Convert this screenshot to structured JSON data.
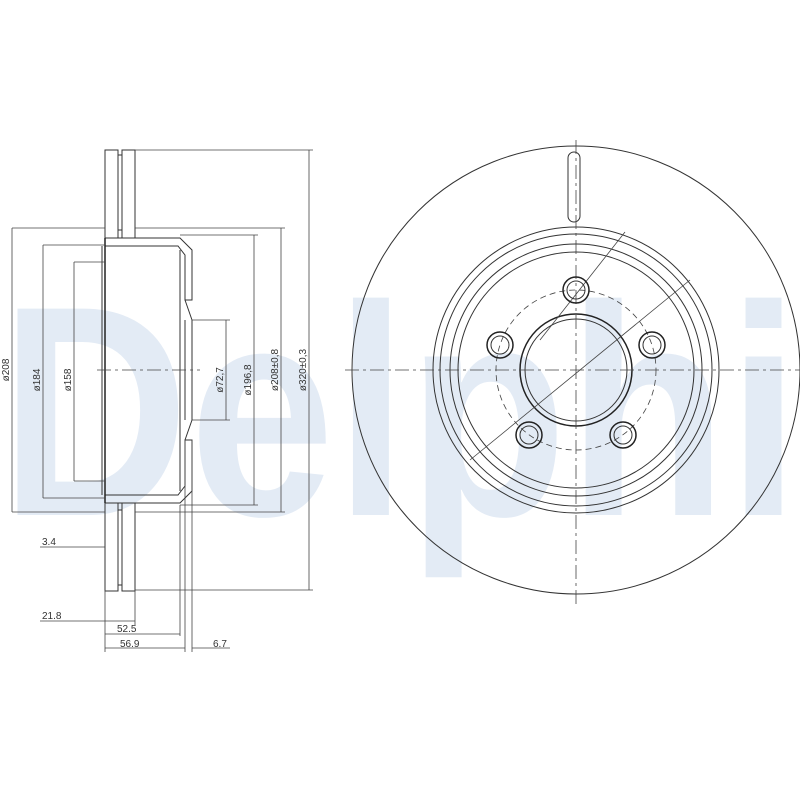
{
  "watermark": "Delphi",
  "colors": {
    "watermark": "#e3ebf5",
    "lines": "#333333"
  },
  "dimensions": {
    "d_outer_hat": "ø208",
    "d_184": "ø184",
    "d_158": "ø158",
    "d_center_bore": "ø72,7",
    "d_196": "ø196,8",
    "d_208_tol": "ø208±0,8",
    "d_320_tol": "ø320±0,3",
    "vent_gap": "3.4",
    "thickness": "21.8",
    "height_525": "52.5",
    "height_569": "56.9",
    "offset_67": "6.7"
  }
}
